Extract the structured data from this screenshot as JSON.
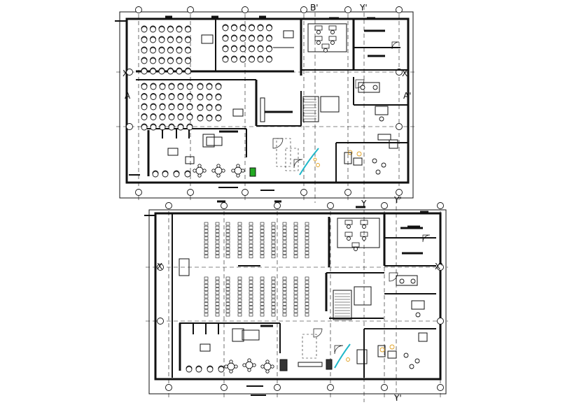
{
  "drawing": {
    "line_color": "#111111",
    "accent_color": "#1fb7c9",
    "furniture_color": "#e0a020",
    "upper_plan": {
      "grid_marks": [
        "A",
        "A'",
        "B'",
        "X",
        "X'",
        "Y",
        "Y'"
      ]
    },
    "lower_plan": {
      "grid_marks": [
        "X",
        "X'",
        "Y",
        "Y'"
      ]
    }
  }
}
